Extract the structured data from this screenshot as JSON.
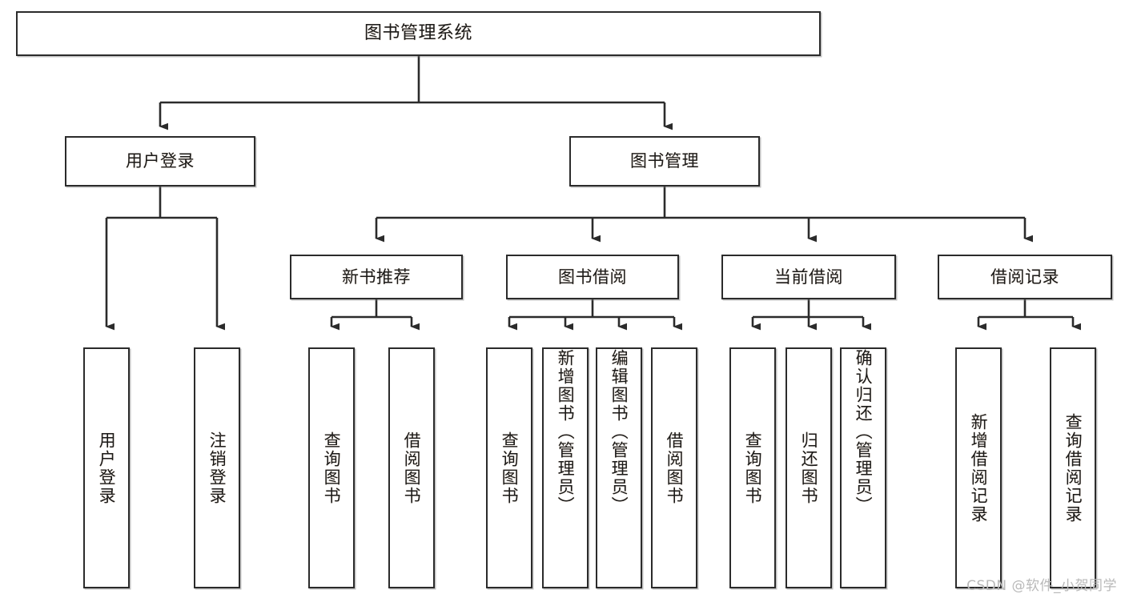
{
  "diagram": {
    "type": "tree-hierarchy",
    "title": "图书管理系统",
    "root": {
      "id": "root",
      "label": "图书管理系统"
    },
    "level2": [
      {
        "id": "user-login",
        "label": "用户登录"
      },
      {
        "id": "book-manage",
        "label": "图书管理"
      }
    ],
    "level3": [
      {
        "id": "new-book-rec",
        "label": "新书推荐"
      },
      {
        "id": "book-borrow",
        "label": "图书借阅"
      },
      {
        "id": "current-borrow",
        "label": "当前借阅"
      },
      {
        "id": "borrow-record",
        "label": "借阅记录"
      }
    ],
    "leaves": {
      "user_login": [
        {
          "id": "leaf-user-login",
          "label": "用户登录"
        },
        {
          "id": "leaf-logout",
          "label": "注销登录"
        }
      ],
      "new_book_rec": [
        {
          "id": "leaf-query-book-1",
          "label": "查询图书"
        },
        {
          "id": "leaf-borrow-book-1",
          "label": "借阅图书"
        }
      ],
      "book_borrow": [
        {
          "id": "leaf-query-book-2",
          "label": "查询图书"
        },
        {
          "id": "leaf-add-book",
          "label": "新增图书（管理员）"
        },
        {
          "id": "leaf-edit-book",
          "label": "编辑图书（管理员）"
        },
        {
          "id": "leaf-borrow-book-2",
          "label": "借阅图书"
        }
      ],
      "current_borrow": [
        {
          "id": "leaf-query-book-3",
          "label": "查询图书"
        },
        {
          "id": "leaf-return-book",
          "label": "归还图书"
        },
        {
          "id": "leaf-confirm-return",
          "label": "确认归还（管理员）"
        }
      ],
      "borrow_record": [
        {
          "id": "leaf-add-record",
          "label": "新增借阅记录"
        },
        {
          "id": "leaf-query-record",
          "label": "查询借阅记录"
        }
      ]
    },
    "colors": {
      "background": "#ffffff",
      "node_border": "#2b2b2b",
      "node_fill": "#ffffff",
      "connector": "#2b2b2b",
      "text": "#1a1a1a",
      "watermark": "#b9b9b9"
    }
  },
  "watermark": {
    "text": "CSDN @软件_小贺同学"
  }
}
